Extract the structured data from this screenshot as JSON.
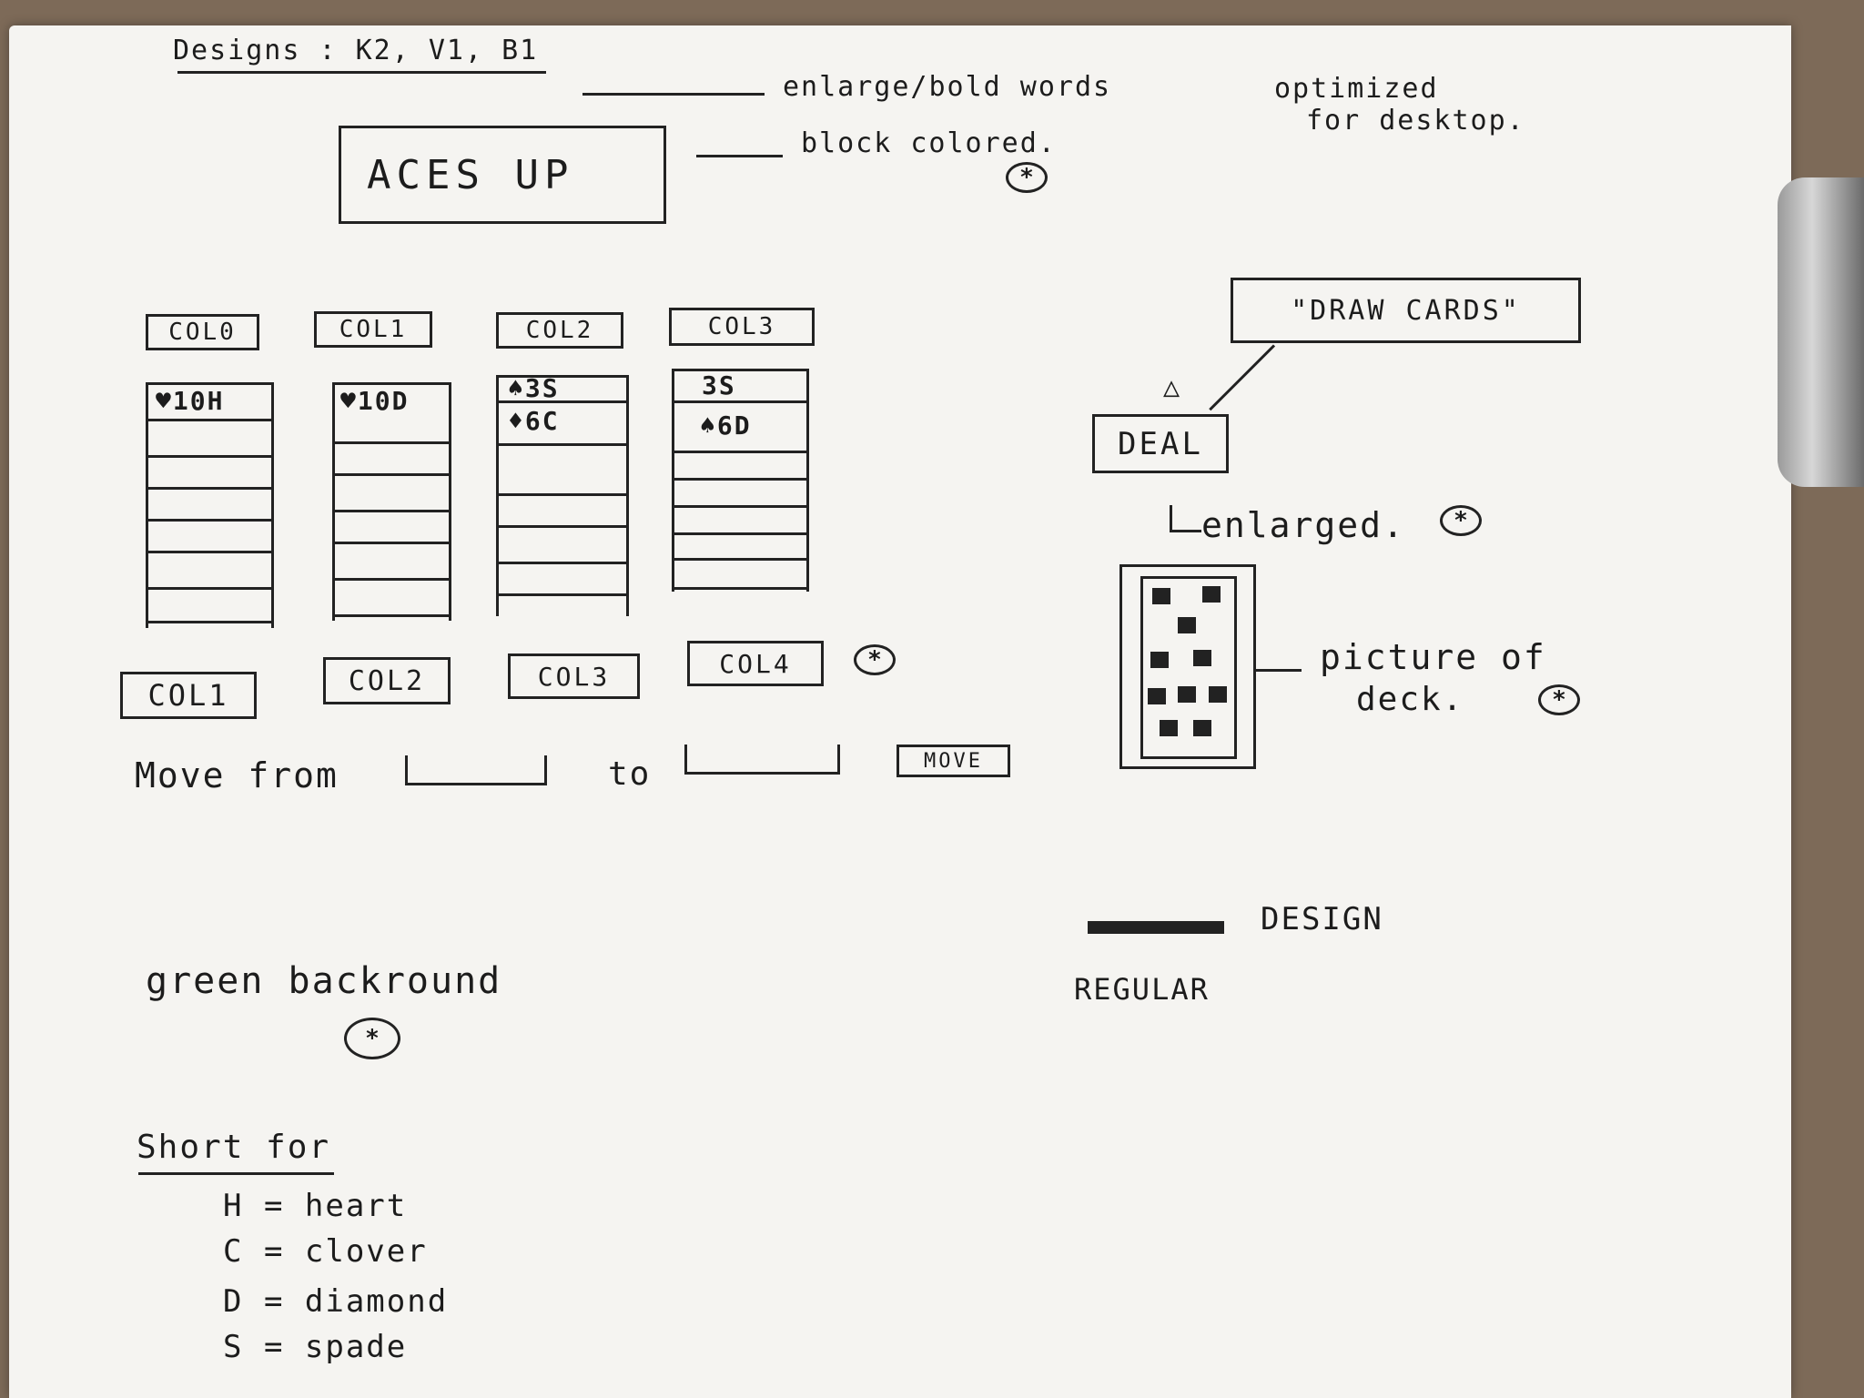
{
  "header": {
    "designs_label": "Designs : K2, V1, B1"
  },
  "title": "ACES UP",
  "notes": {
    "enlarge": "enlarge/bold words",
    "block_colored": "block colored.",
    "optimized_line1": "optimized",
    "optimized_line2": "for desktop.",
    "draw_cards": "\"DRAW CARDS\"",
    "enlarged": "enlarged.",
    "picture_line1": "picture of",
    "picture_line2": "deck.",
    "green_background": "green backround",
    "design": "DESIGN",
    "regular": "REGULAR",
    "star": "*"
  },
  "top_columns": [
    "COL0",
    "COL1",
    "COL2",
    "COL3"
  ],
  "cards": {
    "col0": [
      "10H"
    ],
    "col1": [
      "10D"
    ],
    "col2": [
      "3S",
      "6C"
    ],
    "col3": [
      "3S",
      "6D"
    ]
  },
  "bottom_columns": [
    "COL1",
    "COL2",
    "COL3",
    "COL4"
  ],
  "move_row": {
    "move_from": "Move from",
    "to": "to",
    "move_button": "MOVE"
  },
  "deal_button": "DEAL",
  "legend": {
    "title": "Short for",
    "items": [
      "H = heart",
      "C = clover",
      "D = diamond",
      "S = spade"
    ]
  },
  "colors": {
    "paper": "#f5f4f1",
    "ink": "#1c1c1c",
    "desk": "#7d6a58"
  }
}
